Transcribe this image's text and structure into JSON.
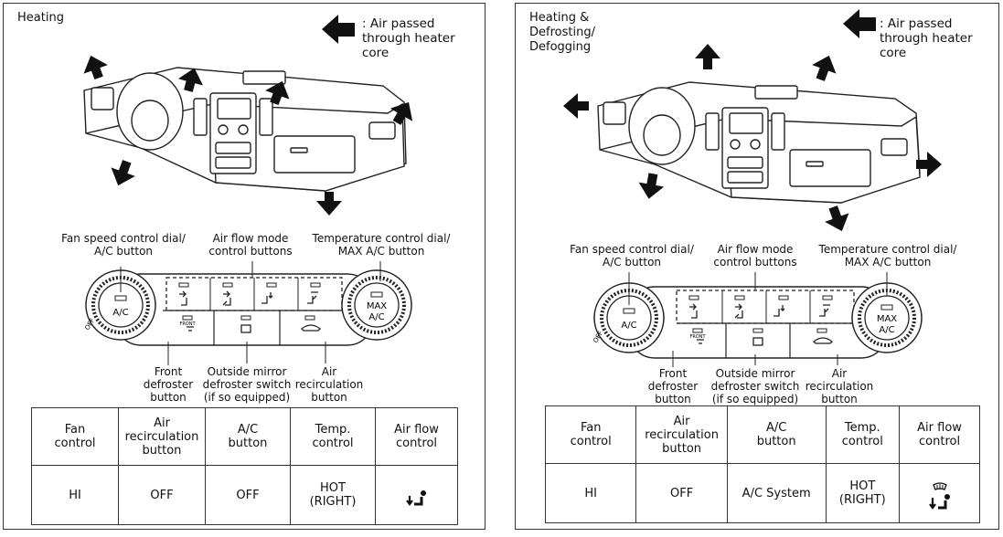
{
  "legend": {
    "text": ": Air passed\nthrough heater\ncore"
  },
  "labels": {
    "fan_dial": "Fan speed control dial/\nA/C button",
    "airflow_buttons": "Air flow mode\ncontrol buttons",
    "temp_dial": "Temperature control dial/\nMAX A/C button",
    "front_defroster": "Front\ndefroster\nbutton",
    "mirror_defroster": "Outside mirror\ndefroster switch\n(if so equipped)",
    "air_recirc": "Air\nrecirculation\nbutton"
  },
  "control_panel": {
    "ac_label": "A/C",
    "max_label": "MAX",
    "max_ac_label": "A/C",
    "off_label": "OFF",
    "front_label": "FRONT"
  },
  "table_headers": [
    "Fan\ncontrol",
    "Air\nrecirculation\nbutton",
    "A/C\nbutton",
    "Temp.\ncontrol",
    "Air flow\ncontrol"
  ],
  "panels": [
    {
      "title": "Heating",
      "values": [
        "HI",
        "OFF",
        "OFF",
        "HOT\n(RIGHT)"
      ],
      "airflow_icon": "floor-airflow-icon"
    },
    {
      "title": "Heating &\nDefrosting/\nDefogging",
      "values": [
        "HI",
        "OFF",
        "A/C System",
        "HOT\n(RIGHT)"
      ],
      "airflow_icon": "defrost-floor-airflow-icon"
    }
  ]
}
